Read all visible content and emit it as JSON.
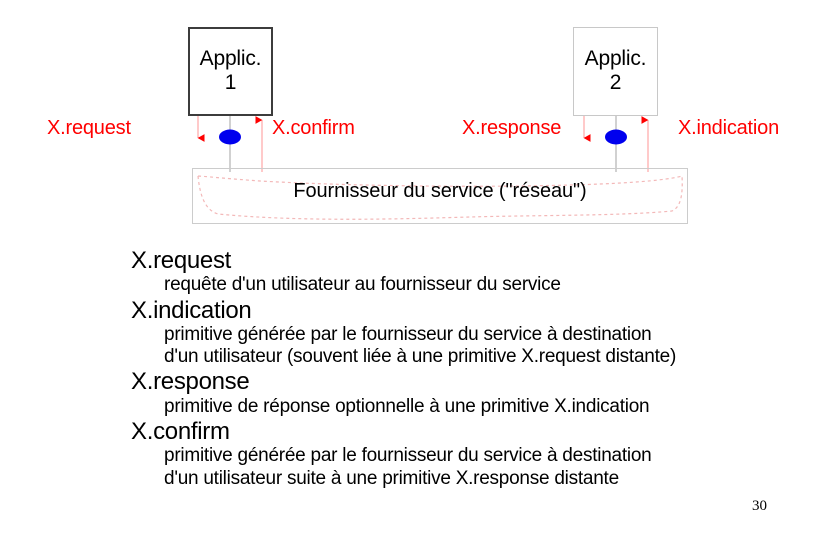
{
  "slide": {
    "page_number": "30",
    "colors": {
      "label_red": "#ff0000",
      "node_blue": "#0000ee",
      "box_border_dark": "#3c3c3c",
      "box_border_light": "#c8c8c8",
      "provider_border": "#cccccc",
      "cloud_outline": "#f3b8b8",
      "connector_gray": "#bdbdbd"
    }
  },
  "diagram": {
    "app_box_1": {
      "line1": "Applic.",
      "line2": "1"
    },
    "app_box_2": {
      "line1": "Applic.",
      "line2": "2"
    },
    "provider": {
      "label": "Fournisseur du service (\"réseau\")"
    },
    "primitive_labels": [
      {
        "id": "x-request",
        "text": "X.request"
      },
      {
        "id": "x-confirm",
        "text": "X.confirm"
      },
      {
        "id": "x-response",
        "text": "X.response"
      },
      {
        "id": "x-indication",
        "text": "X.indication"
      }
    ]
  },
  "definitions": [
    {
      "term": "X.request",
      "lines": [
        "requête d'un utilisateur au fournisseur du service"
      ]
    },
    {
      "term": "X.indication",
      "lines": [
        "primitive générée par le fournisseur du service à destination",
        "d'un utilisateur (souvent liée à une primitive X.request distante)"
      ]
    },
    {
      "term": "X.response",
      "lines": [
        "primitive de réponse optionnelle à une primitive X.indication"
      ]
    },
    {
      "term": "X.confirm",
      "lines": [
        "primitive générée par le fournisseur du service à destination",
        "d'un utilisateur suite à une primitive X.response distante"
      ]
    }
  ]
}
